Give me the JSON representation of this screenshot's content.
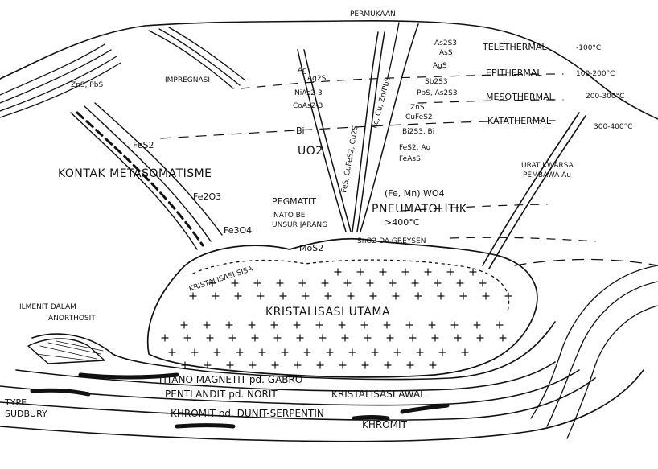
{
  "labels": {
    "surface": "PERMUKAAN",
    "impregnation": "IMPREGNASI",
    "zns_pbs": "ZnS, PbS",
    "fes2": "FeS2",
    "contact_metasomatism": "KONTAK METASOMATISME",
    "fe2o3": "Fe2O3",
    "fe3o4": "Fe3O4",
    "pegmatite": "PEGMATIT",
    "pegmatite_minerals": "NATO BE",
    "pegmatite_minerals_2": "UNSUR JARANG",
    "uo2": "UO2",
    "bi": "Bi",
    "as_minerals": [
      "Ag",
      "Ag2S",
      "NiAs2-3",
      "CoAs2-3"
    ],
    "vein_pyrite": "FeS, CuFeS2, Cu2S",
    "vein_vertical": "Fe, Cu, Zn/PbS",
    "telethermal": "TELETHERMAL",
    "telethermal_temp": "-100°C",
    "epithermal": "EPITHERMAL",
    "epithermal_temp": "100-200°C",
    "mesothermal": "MESOTHERMAL",
    "mesothermal_temp": "200-300°C",
    "katathermal": "KATATHERMAL",
    "katathermal_temp": "300-400°C",
    "ore_list": [
      "As2S3",
      "AsS",
      "AgS",
      "Sb2S3",
      "PbS, As2S3",
      "ZnS",
      "CuFeS2",
      "Bi2S3, Bi",
      "FeS2, Au",
      "FeAsS"
    ],
    "wolframite": "(Fe, Mn) WO4",
    "pneumatolytic": "PNEUMATOLITIK",
    "pneumatolytic_temp": ">400°C",
    "sno2": "SnO2 DA GREYSEN",
    "mos2": "MoS2",
    "gold_quartz_vein": "URAT KWARSA",
    "gold_quartz_vein_2": "PEMBAWA Au",
    "residual_crystallization": "KRISTALISASI SISA",
    "main_crystallization": "KRISTALISASI UTAMA",
    "ilmenite": "ILMENIT DALAM",
    "ilmenite_2": "ANORTHOSIT",
    "titanomagnetite": "TITANO MAGNETIT pd. GABRO",
    "pentlandite": "PENTLANDIT pd. NORIT",
    "early_crystallization": "KRISTALISASI AWAL",
    "chromite_serpentine": "KHROMIT pd. DUNIT-SERPENTIN",
    "chromite": "KHROMIT",
    "sudbury_type": "TYPE",
    "sudbury_type_2": "SUDBURY"
  },
  "colors": {
    "ink": "#111111",
    "paper": "#ffffff"
  }
}
